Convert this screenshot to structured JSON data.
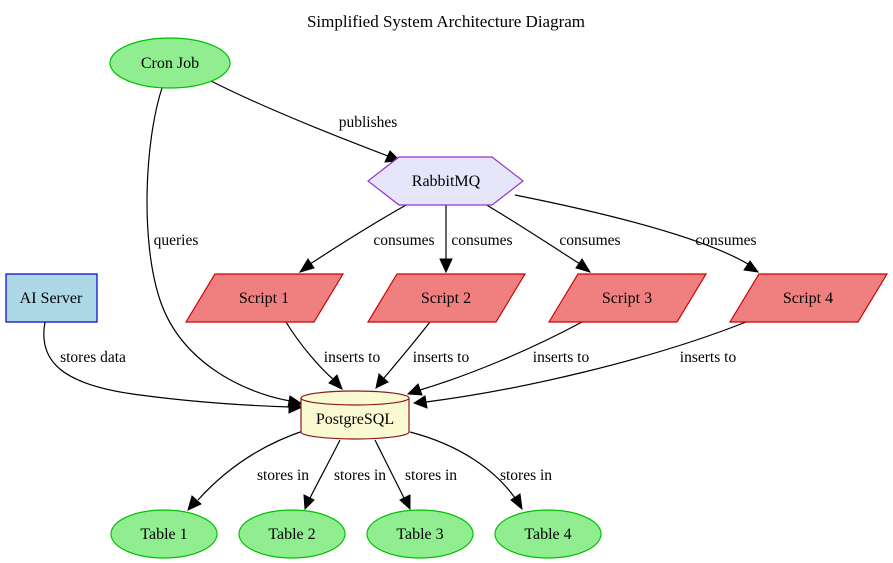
{
  "title": "Simplified System Architecture Diagram",
  "nodes": {
    "cron": {
      "label": "Cron Job",
      "shape": "ellipse",
      "fill": "#90ee90",
      "stroke": "#00c000"
    },
    "rabbit": {
      "label": "RabbitMQ",
      "shape": "hexagon",
      "fill": "#e6e6fa",
      "stroke": "#9932cc"
    },
    "ai": {
      "label": "AI Server",
      "shape": "box",
      "fill": "#add8e6",
      "stroke": "#0000cd"
    },
    "script1": {
      "label": "Script 1",
      "shape": "parallelogram",
      "fill": "#f08080",
      "stroke": "#cc0000"
    },
    "script2": {
      "label": "Script 2",
      "shape": "parallelogram",
      "fill": "#f08080",
      "stroke": "#cc0000"
    },
    "script3": {
      "label": "Script 3",
      "shape": "parallelogram",
      "fill": "#f08080",
      "stroke": "#cc0000"
    },
    "script4": {
      "label": "Script 4",
      "shape": "parallelogram",
      "fill": "#f08080",
      "stroke": "#cc0000"
    },
    "postgres": {
      "label": "PostgreSQL",
      "shape": "cylinder",
      "fill": "#fafad2",
      "stroke": "#8b1a1a"
    },
    "table1": {
      "label": "Table 1",
      "shape": "ellipse",
      "fill": "#90ee90",
      "stroke": "#00c000"
    },
    "table2": {
      "label": "Table 2",
      "shape": "ellipse",
      "fill": "#90ee90",
      "stroke": "#00c000"
    },
    "table3": {
      "label": "Table 3",
      "shape": "ellipse",
      "fill": "#90ee90",
      "stroke": "#00c000"
    },
    "table4": {
      "label": "Table 4",
      "shape": "ellipse",
      "fill": "#90ee90",
      "stroke": "#00c000"
    }
  },
  "edges": [
    {
      "from": "cron",
      "to": "rabbit",
      "label": "publishes"
    },
    {
      "from": "cron",
      "to": "postgres",
      "label": "queries"
    },
    {
      "from": "rabbit",
      "to": "script1",
      "label": "consumes"
    },
    {
      "from": "rabbit",
      "to": "script2",
      "label": "consumes"
    },
    {
      "from": "rabbit",
      "to": "script3",
      "label": "consumes"
    },
    {
      "from": "rabbit",
      "to": "script4",
      "label": "consumes"
    },
    {
      "from": "ai",
      "to": "postgres",
      "label": "stores data"
    },
    {
      "from": "script1",
      "to": "postgres",
      "label": "inserts to"
    },
    {
      "from": "script2",
      "to": "postgres",
      "label": "inserts to"
    },
    {
      "from": "script3",
      "to": "postgres",
      "label": "inserts to"
    },
    {
      "from": "script4",
      "to": "postgres",
      "label": "inserts to"
    },
    {
      "from": "postgres",
      "to": "table1",
      "label": "stores in"
    },
    {
      "from": "postgres",
      "to": "table2",
      "label": "stores in"
    },
    {
      "from": "postgres",
      "to": "table3",
      "label": "stores in"
    },
    {
      "from": "postgres",
      "to": "table4",
      "label": "stores in"
    }
  ]
}
